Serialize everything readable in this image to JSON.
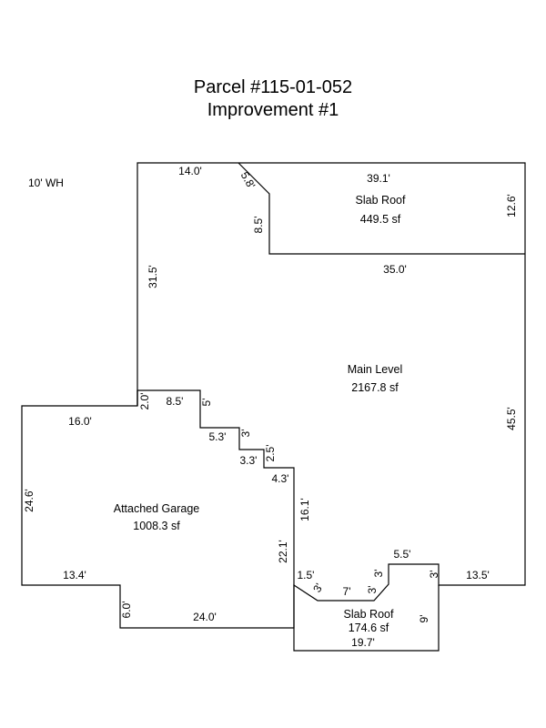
{
  "title": {
    "parcel": "Parcel #115-01-052",
    "improvement": "Improvement #1"
  },
  "wall_height": "10' WH",
  "areas": {
    "slab_roof_top": {
      "name": "Slab Roof",
      "area": "449.5 sf"
    },
    "main_level": {
      "name": "Main Level",
      "area": "2167.8 sf"
    },
    "attached_garage": {
      "name": "Attached Garage",
      "area": "1008.3 sf"
    },
    "slab_roof_bottom": {
      "name": "Slab Roof",
      "area": "174.6 sf"
    }
  },
  "dimensions": {
    "top_left_width": "14.0'",
    "diagonal_top": "5.8'",
    "slab_top_width": "39.1'",
    "slab_right_height": "12.6'",
    "slab_left_height": "8.5'",
    "slab_bottom_width": "35.0'",
    "left_upper_height": "31.5'",
    "right_height": "45.5'",
    "step_2": "2.0'",
    "step_8_5": "8.5'",
    "step_5": "5'",
    "step_5_3": "5.3'",
    "step_3": "3'",
    "step_3_3": "3.3'",
    "step_2_5": "2.5'",
    "step_4_3": "4.3'",
    "garage_top": "16.0'",
    "garage_left": "24.6'",
    "center_16_1": "16.1'",
    "garage_right": "22.1'",
    "garage_bottom_left": "13.4'",
    "garage_notch": "6.0'",
    "garage_bottom": "24.0'",
    "b_1_5": "1.5'",
    "b_diag_3": "3'",
    "b_7": "7'",
    "b_3_a": "3'",
    "b_3_b": "3'",
    "b_5_5": "5.5'",
    "b_3_c": "3'",
    "b_13_5": "13.5'",
    "b_9": "9'",
    "b_19_7": "19.7'"
  }
}
